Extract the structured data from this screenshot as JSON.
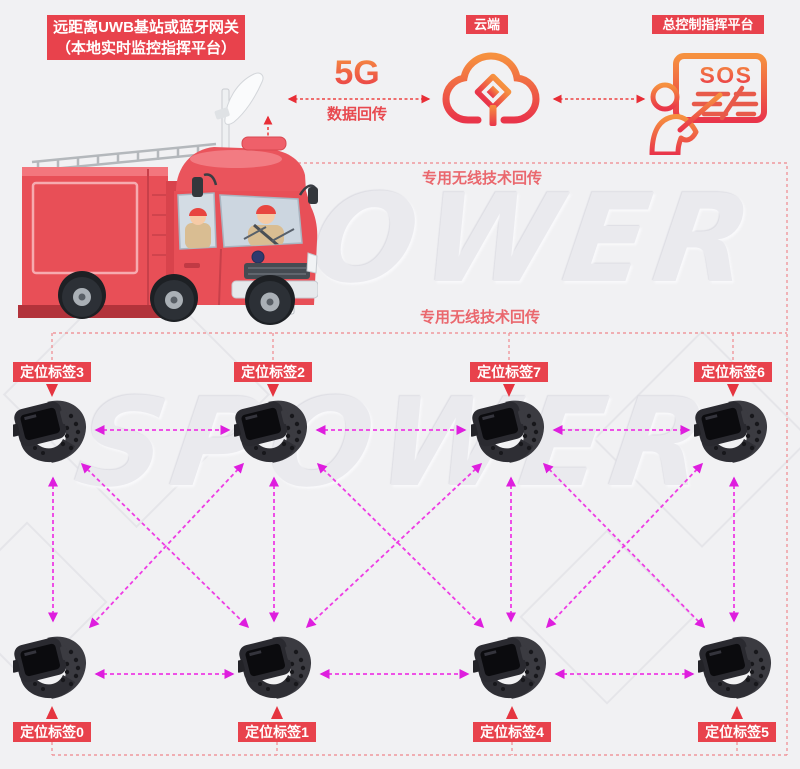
{
  "watermark": "SPOWER",
  "header": {
    "gateway_box": {
      "line1": "远距离UWB基站或蓝牙网关",
      "line2": "（本地实时监控指挥平台）"
    },
    "cloud": {
      "label": "云端",
      "icon": "cloud-network-icon"
    },
    "command_platform": {
      "label": "总控制指挥平台",
      "icon": "sos-presentation-board-icon",
      "board_text": "SOS"
    },
    "uplink": {
      "title": "5G",
      "subtitle": "数据回传"
    },
    "truck_icon": "fire-truck-illustration",
    "antenna_icon": "uwb-antenna-icon"
  },
  "links": {
    "wireless_top": "专用无线技术回传",
    "wireless_bottom": "专用无线技术回传"
  },
  "tags": {
    "device_icon": "smartwatch-tag-icon",
    "top_row": [
      {
        "label": "定位标签3"
      },
      {
        "label": "定位标签2"
      },
      {
        "label": "定位标签7"
      },
      {
        "label": "定位标签6"
      }
    ],
    "bottom_row": [
      {
        "label": "定位标签0"
      },
      {
        "label": "定位标签1"
      },
      {
        "label": "定位标签4"
      },
      {
        "label": "定位标签5"
      }
    ]
  },
  "colors": {
    "background": "#f1f1f3",
    "label_red": "#e8424c",
    "arrow_red": "#ee4343",
    "connector_pink": "#f0989c",
    "mesh_magenta": "#ee3ce4",
    "icon_gradient_top": "#f6913f",
    "icon_gradient_bottom": "#e9354a"
  }
}
